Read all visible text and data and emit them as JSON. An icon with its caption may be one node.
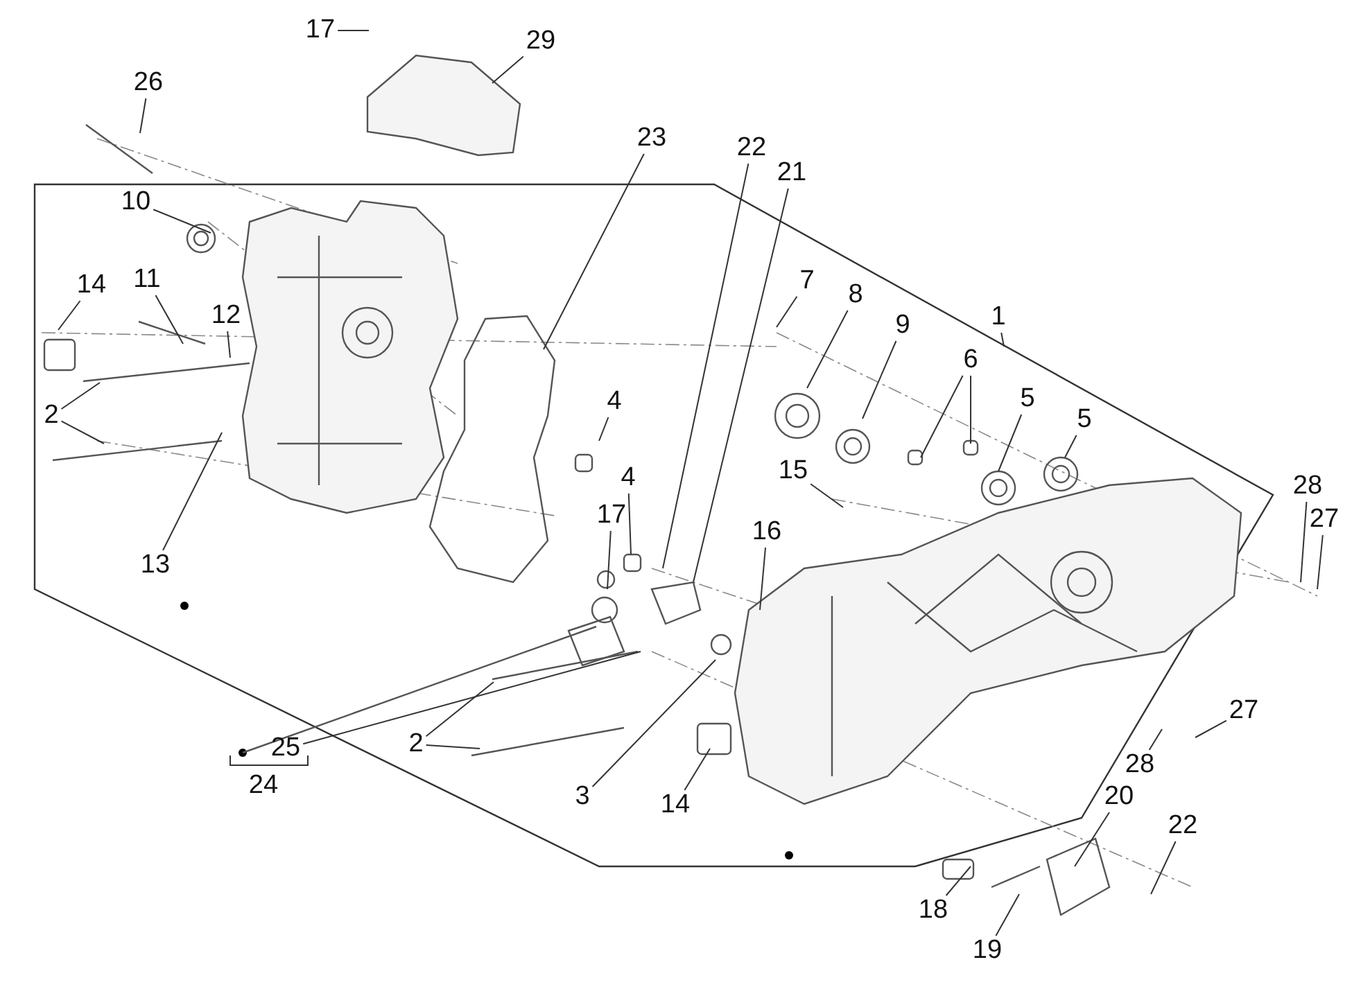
{
  "diagram": {
    "nodes": [
      {
        "text": [
          "17"
        ]
      },
      {
        "text": [
          "29"
        ]
      },
      {
        "text": [
          "26"
        ]
      },
      {
        "text": [
          "23"
        ]
      },
      {
        "text": [
          "22"
        ]
      },
      {
        "text": [
          "21"
        ]
      },
      {
        "text": [
          "10"
        ]
      },
      {
        "text": [
          "1"
        ]
      },
      {
        "text": [
          "7"
        ]
      },
      {
        "text": [
          "8"
        ]
      },
      {
        "text": [
          "9"
        ]
      },
      {
        "text": [
          "11"
        ]
      },
      {
        "text": [
          "14"
        ]
      },
      {
        "text": [
          "12"
        ]
      },
      {
        "text": [
          "6"
        ]
      },
      {
        "text": [
          "5"
        ]
      },
      {
        "text": [
          "5"
        ]
      },
      {
        "text": [
          "2"
        ]
      },
      {
        "text": [
          "4"
        ]
      },
      {
        "text": [
          "15"
        ]
      },
      {
        "text": [
          "28"
        ]
      },
      {
        "text": [
          "27"
        ]
      },
      {
        "text": [
          "13"
        ]
      },
      {
        "text": [
          "4"
        ]
      },
      {
        "text": [
          "17"
        ]
      },
      {
        "text": [
          "16"
        ]
      },
      {
        "text": [
          "2"
        ]
      },
      {
        "text": [
          "25"
        ]
      },
      {
        "text": [
          "27"
        ]
      },
      {
        "text": [
          "28"
        ]
      },
      {
        "text": [
          "20"
        ]
      },
      {
        "text": [
          "3"
        ]
      },
      {
        "text": [
          "14"
        ]
      },
      {
        "text": [
          "22"
        ]
      },
      {
        "text": [
          "18"
        ]
      },
      {
        "text": [
          "19"
        ]
      }
    ],
    "edges": [
      {
        "from": 0,
        "to": null,
        "arrow": "none"
      },
      {
        "from": 1,
        "to": null,
        "arrow": "none"
      },
      {
        "from": 2,
        "to": null,
        "arrow": "none"
      },
      {
        "from": 3,
        "to": null,
        "arrow": "none"
      },
      {
        "from": 4,
        "to": null,
        "arrow": "none"
      },
      {
        "from": 5,
        "to": null,
        "arrow": "none"
      },
      {
        "from": 6,
        "to": null,
        "arrow": "none"
      },
      {
        "from": 7,
        "to": null,
        "arrow": "none"
      },
      {
        "from": 8,
        "to": null,
        "arrow": "none"
      },
      {
        "from": 9,
        "to": null,
        "arrow": "none"
      },
      {
        "from": 10,
        "to": null,
        "arrow": "none"
      },
      {
        "from": 11,
        "to": null,
        "arrow": "none"
      },
      {
        "from": 12,
        "to": null,
        "arrow": "none"
      },
      {
        "from": 13,
        "to": null,
        "arrow": "none"
      },
      {
        "from": 14,
        "to": null,
        "arrow": "none"
      },
      {
        "from": 14,
        "to": null,
        "arrow": "none"
      },
      {
        "from": 15,
        "to": null,
        "arrow": "none"
      },
      {
        "from": 16,
        "to": null,
        "arrow": "none"
      },
      {
        "from": 17,
        "to": null,
        "arrow": "none"
      },
      {
        "from": 17,
        "to": null,
        "arrow": "none"
      },
      {
        "from": 18,
        "to": null,
        "arrow": "none"
      },
      {
        "from": 19,
        "to": null,
        "arrow": "none"
      },
      {
        "from": 20,
        "to": null,
        "arrow": "none"
      },
      {
        "from": 21,
        "to": null,
        "arrow": "none"
      },
      {
        "from": 22,
        "to": null,
        "arrow": "none"
      },
      {
        "from": 23,
        "to": null,
        "arrow": "none"
      },
      {
        "from": 24,
        "to": null,
        "arrow": "none"
      },
      {
        "from": 25,
        "to": null,
        "arrow": "none"
      },
      {
        "from": 26,
        "to": null,
        "arrow": "none"
      },
      {
        "from": 26,
        "to": null,
        "arrow": "none"
      },
      {
        "from": 27,
        "to": null,
        "arrow": "none"
      },
      {
        "from": 28,
        "to": null,
        "arrow": "none"
      },
      {
        "from": 29,
        "to": null,
        "arrow": "none"
      },
      {
        "from": 30,
        "to": null,
        "arrow": "none"
      },
      {
        "from": 31,
        "to": null,
        "arrow": "none"
      },
      {
        "from": 32,
        "to": null,
        "arrow": "none"
      },
      {
        "from": 33,
        "to": null,
        "arrow": "none"
      },
      {
        "from": 34,
        "to": null,
        "arrow": "none"
      },
      {
        "from": 35,
        "to": null,
        "arrow": "none"
      }
    ],
    "labels": [
      "24"
    ]
  }
}
